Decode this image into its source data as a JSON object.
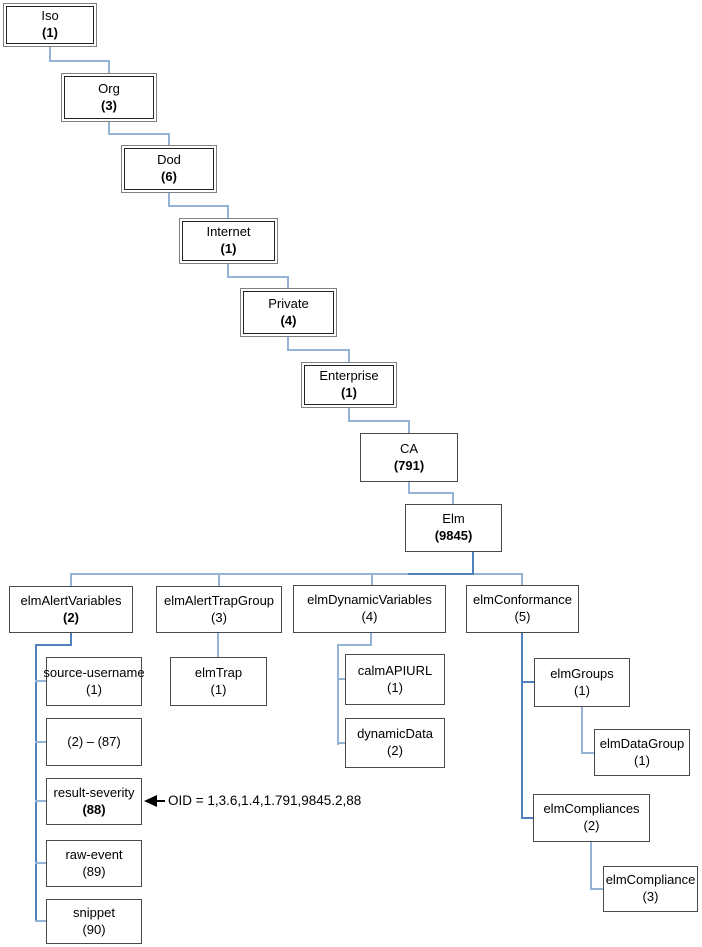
{
  "nodes": {
    "iso": {
      "name": "Iso",
      "count": "(1)"
    },
    "org": {
      "name": "Org",
      "count": "(3)"
    },
    "dod": {
      "name": "Dod",
      "count": "(6)"
    },
    "internet": {
      "name": "Internet",
      "count": "(1)"
    },
    "private": {
      "name": "Private",
      "count": "(4)"
    },
    "enterprise": {
      "name": "Enterprise",
      "count": "(1)"
    },
    "ca": {
      "name": "CA",
      "count": "(791)"
    },
    "elm": {
      "name": "Elm",
      "count": "(9845)"
    },
    "elmAlertVariables": {
      "name": "elmAlertVariables",
      "count": "(2)"
    },
    "elmAlertTrapGroup": {
      "name": "elmAlertTrapGroup",
      "count": "(3)"
    },
    "elmDynamicVariables": {
      "name": "elmDynamicVariables",
      "count": "(4)"
    },
    "elmConformance": {
      "name": "elmConformance",
      "count": "(5)"
    },
    "sourceUsername": {
      "name": "source-username",
      "count": "(1)"
    },
    "range": {
      "name": "(2) – (87)"
    },
    "resultSeverity": {
      "name": "result-severity",
      "count": "(88)"
    },
    "rawEvent": {
      "name": "raw-event",
      "count": "(89)"
    },
    "snippet": {
      "name": "snippet",
      "count": "(90)"
    },
    "elmTrap": {
      "name": "elmTrap",
      "count": "(1)"
    },
    "calmAPIURL": {
      "name": "calmAPIURL",
      "count": "(1)"
    },
    "dynamicData": {
      "name": "dynamicData",
      "count": "(2)"
    },
    "elmGroups": {
      "name": "elmGroups",
      "count": "(1)"
    },
    "elmDataGroup": {
      "name": "elmDataGroup",
      "count": "(1)"
    },
    "elmCompliances": {
      "name": "elmCompliances",
      "count": "(2)"
    },
    "elmCompliance": {
      "name": "elmCompliance",
      "count": "(3)"
    }
  },
  "annotation": {
    "text": "OID = 1,3.6,1.4,1.791,9845.2,88"
  },
  "colors": {
    "connector_light": "#95b3d7",
    "connector_dark": "#4f81bd",
    "box_border": "#4a4a4a",
    "box_border_outer": "#808080",
    "background": "#ffffff",
    "text": "#000000"
  }
}
